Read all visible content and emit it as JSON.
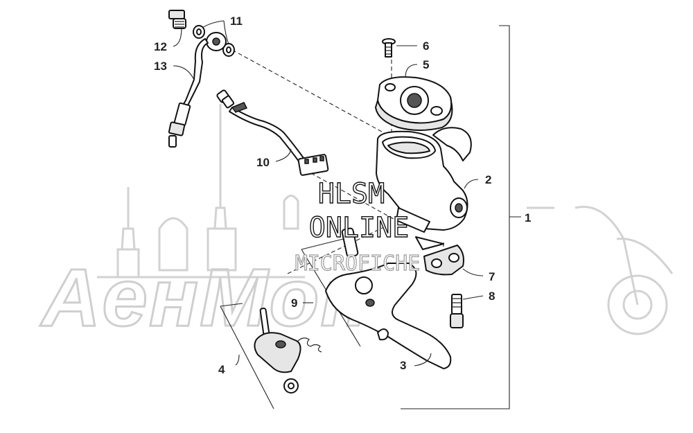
{
  "watermark": {
    "line1": "HLSM",
    "line2": "ONLINE",
    "line3": "MICROFICHE"
  },
  "background_brand": "AeнMom",
  "callouts": [
    {
      "id": "c1",
      "text": "1"
    },
    {
      "id": "c2",
      "text": "2"
    },
    {
      "id": "c3",
      "text": "3"
    },
    {
      "id": "c4",
      "text": "4"
    },
    {
      "id": "c5",
      "text": "5"
    },
    {
      "id": "c6",
      "text": "6"
    },
    {
      "id": "c7",
      "text": "7"
    },
    {
      "id": "c8",
      "text": "8"
    },
    {
      "id": "c9",
      "text": "9"
    },
    {
      "id": "c10",
      "text": "10"
    },
    {
      "id": "c11",
      "text": "11"
    },
    {
      "id": "c12",
      "text": "12"
    },
    {
      "id": "c13",
      "text": "13"
    }
  ],
  "colors": {
    "ink": "#111111",
    "background_art": "#cfcfcf",
    "watermark_sub": "#9a9a9a"
  }
}
